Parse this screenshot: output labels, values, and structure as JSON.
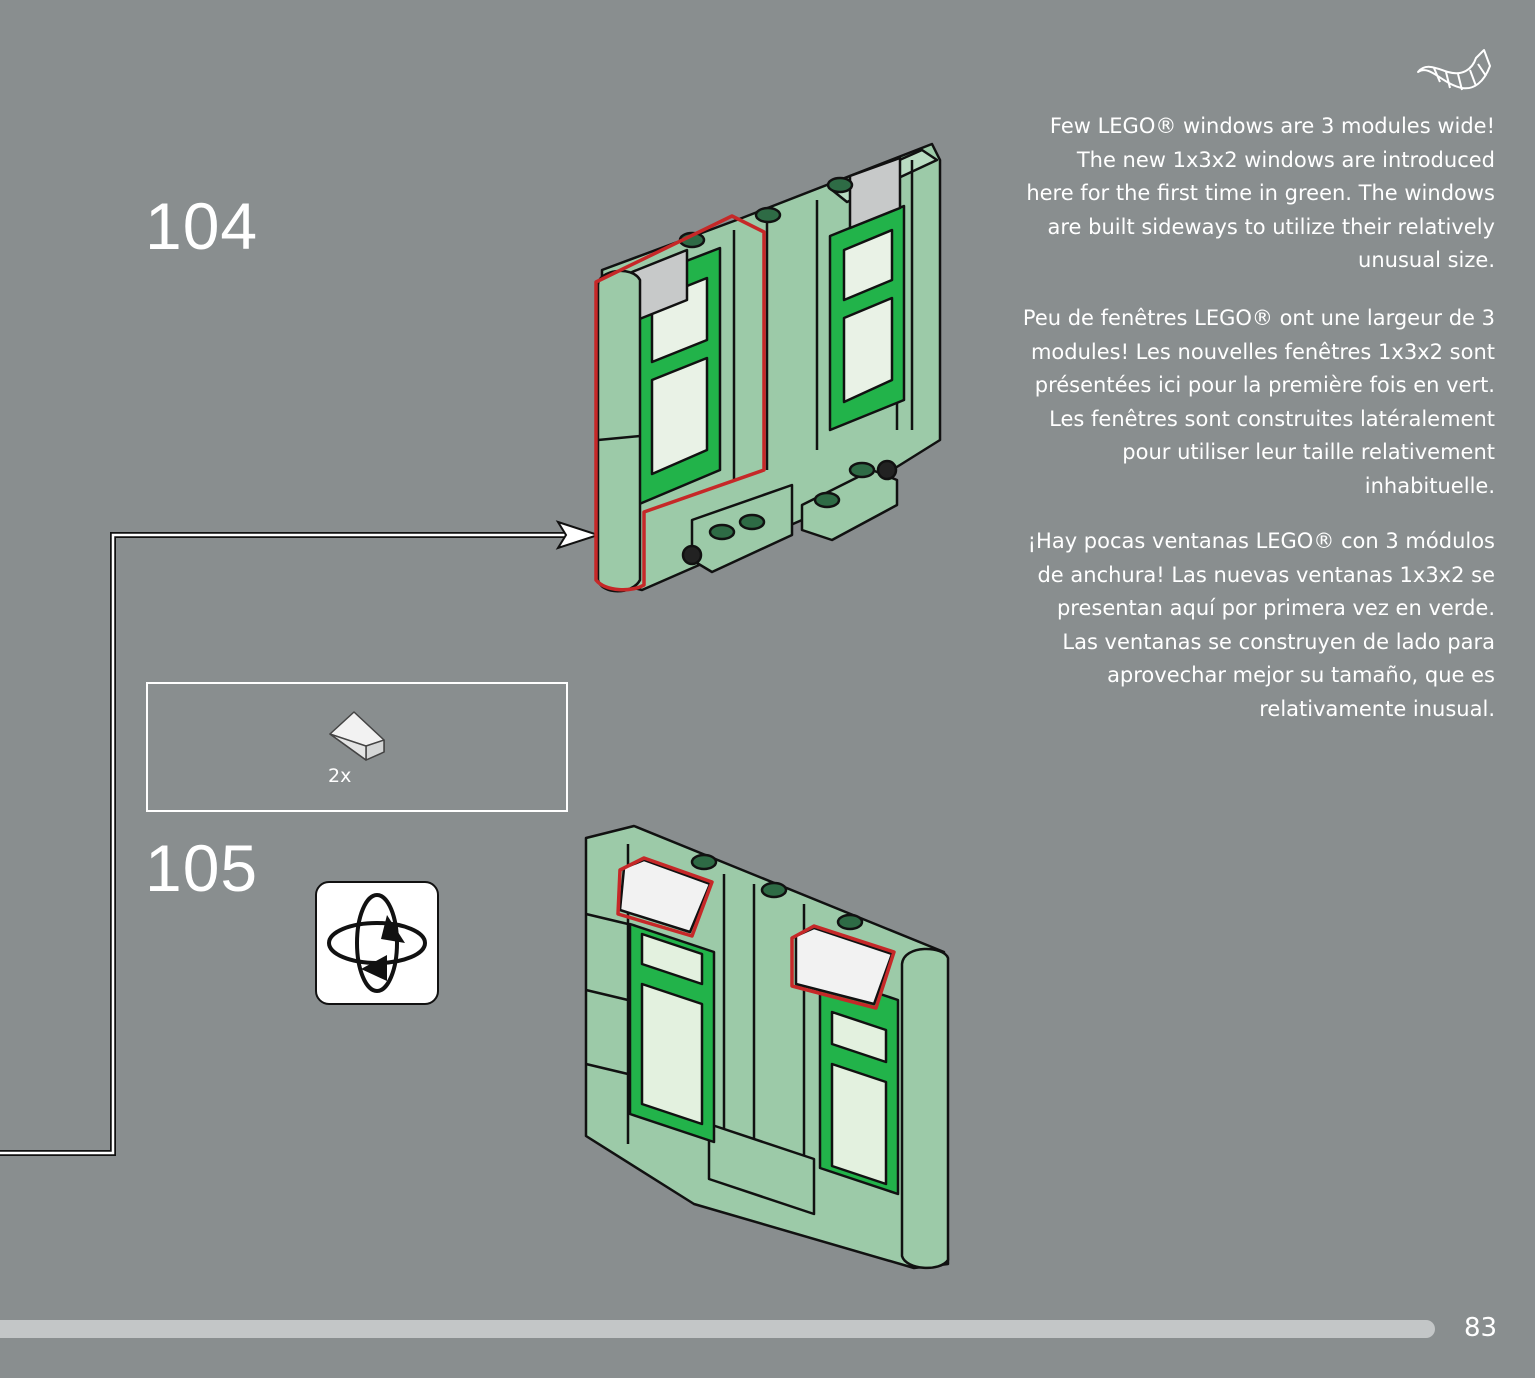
{
  "steps": {
    "step104": "104",
    "step105": "105"
  },
  "parts_callout": {
    "quantity": "2x",
    "part_icon": "white-slope-brick-icon"
  },
  "rotate_icon": "rotate-model-icon",
  "corner_icon": "croissant-icon",
  "paragraphs": {
    "en": [
      "Few LEGO® windows are 3 modules wide!",
      "The new 1x3x2 windows are introduced",
      "here for the first time in green. The windows",
      "are built sideways to utilize their relatively",
      "unusual size."
    ],
    "fr": [
      "Peu de fenêtres LEGO® ont une largeur de 3",
      "modules! Les nouvelles fenêtres 1x3x2 sont",
      "présentées ici pour la première fois en vert.",
      "Les fenêtres sont construites latéralement",
      "pour utiliser leur taille relativement",
      "inhabituelle."
    ],
    "es": [
      "¡Hay pocas ventanas LEGO® con 3 módulos",
      "de anchura! Las nuevas ventanas 1x3x2 se",
      "presentan aquí por primera vez en verde.",
      "Las ventanas se construyen de lado para",
      "aprovechar mejor su tamaño, que es",
      "relativamente inusual."
    ]
  },
  "page_number": "83",
  "colors": {
    "background": "#898e8f",
    "sand_green": "#9ccaa8",
    "bright_green": "#22b34a",
    "highlight": "#c62828"
  }
}
